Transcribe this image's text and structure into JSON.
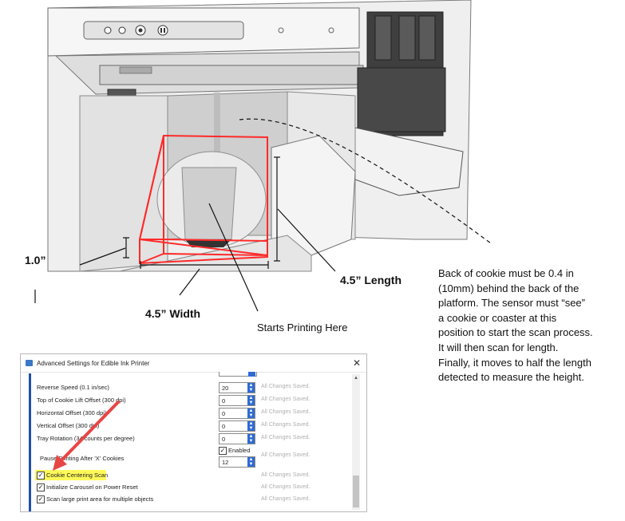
{
  "annotations": {
    "height_label": "1.0”",
    "length_label": "4.5” Length",
    "width_label": "4.5” Width",
    "start_label": "Starts Printing Here",
    "note_lines": [
      "Back of cookie must be 0.4 in",
      "(10mm) behind the back of the",
      "platform.  The sensor must “see”",
      "a cookie or coaster at this",
      "position to start the scan process.",
      "It will then scan for length.",
      "Finally, it moves to half the length",
      "detected to measure the height."
    ]
  },
  "dialog": {
    "title": "Advanced Settings for Edible Ink Printer",
    "close_glyph": "✕",
    "saved_text": "All Changes Saved.",
    "rows": [
      {
        "label": "Reverse Speed (0.1 in/sec)",
        "value": "20"
      },
      {
        "label": "Top of Cookie Lift Offset (300 dpi)",
        "value": "0"
      },
      {
        "label": "Horizontal Offset (300 dpi)",
        "value": "0"
      },
      {
        "label": "Vertical Offset (300 dpi)",
        "value": "0"
      },
      {
        "label": "Tray Rotation (34 counts per degree)",
        "value": "0"
      }
    ],
    "pause": {
      "label": "Pause Printing After 'X' Cookies",
      "enabled_label": "Enabled",
      "value": "12"
    },
    "checkboxes": [
      {
        "label": "Cookie Centering Scan",
        "checked": true
      },
      {
        "label": "Initialize Carousel on Power Reset",
        "checked": true
      },
      {
        "label": "Scan large print area for multiple objects",
        "checked": true
      }
    ],
    "accent_color": "#1f4fa8",
    "highlight_color": "#fff95a",
    "arrow_color": "#e84545"
  },
  "colors": {
    "bounding_box": "#ff2a2a"
  }
}
